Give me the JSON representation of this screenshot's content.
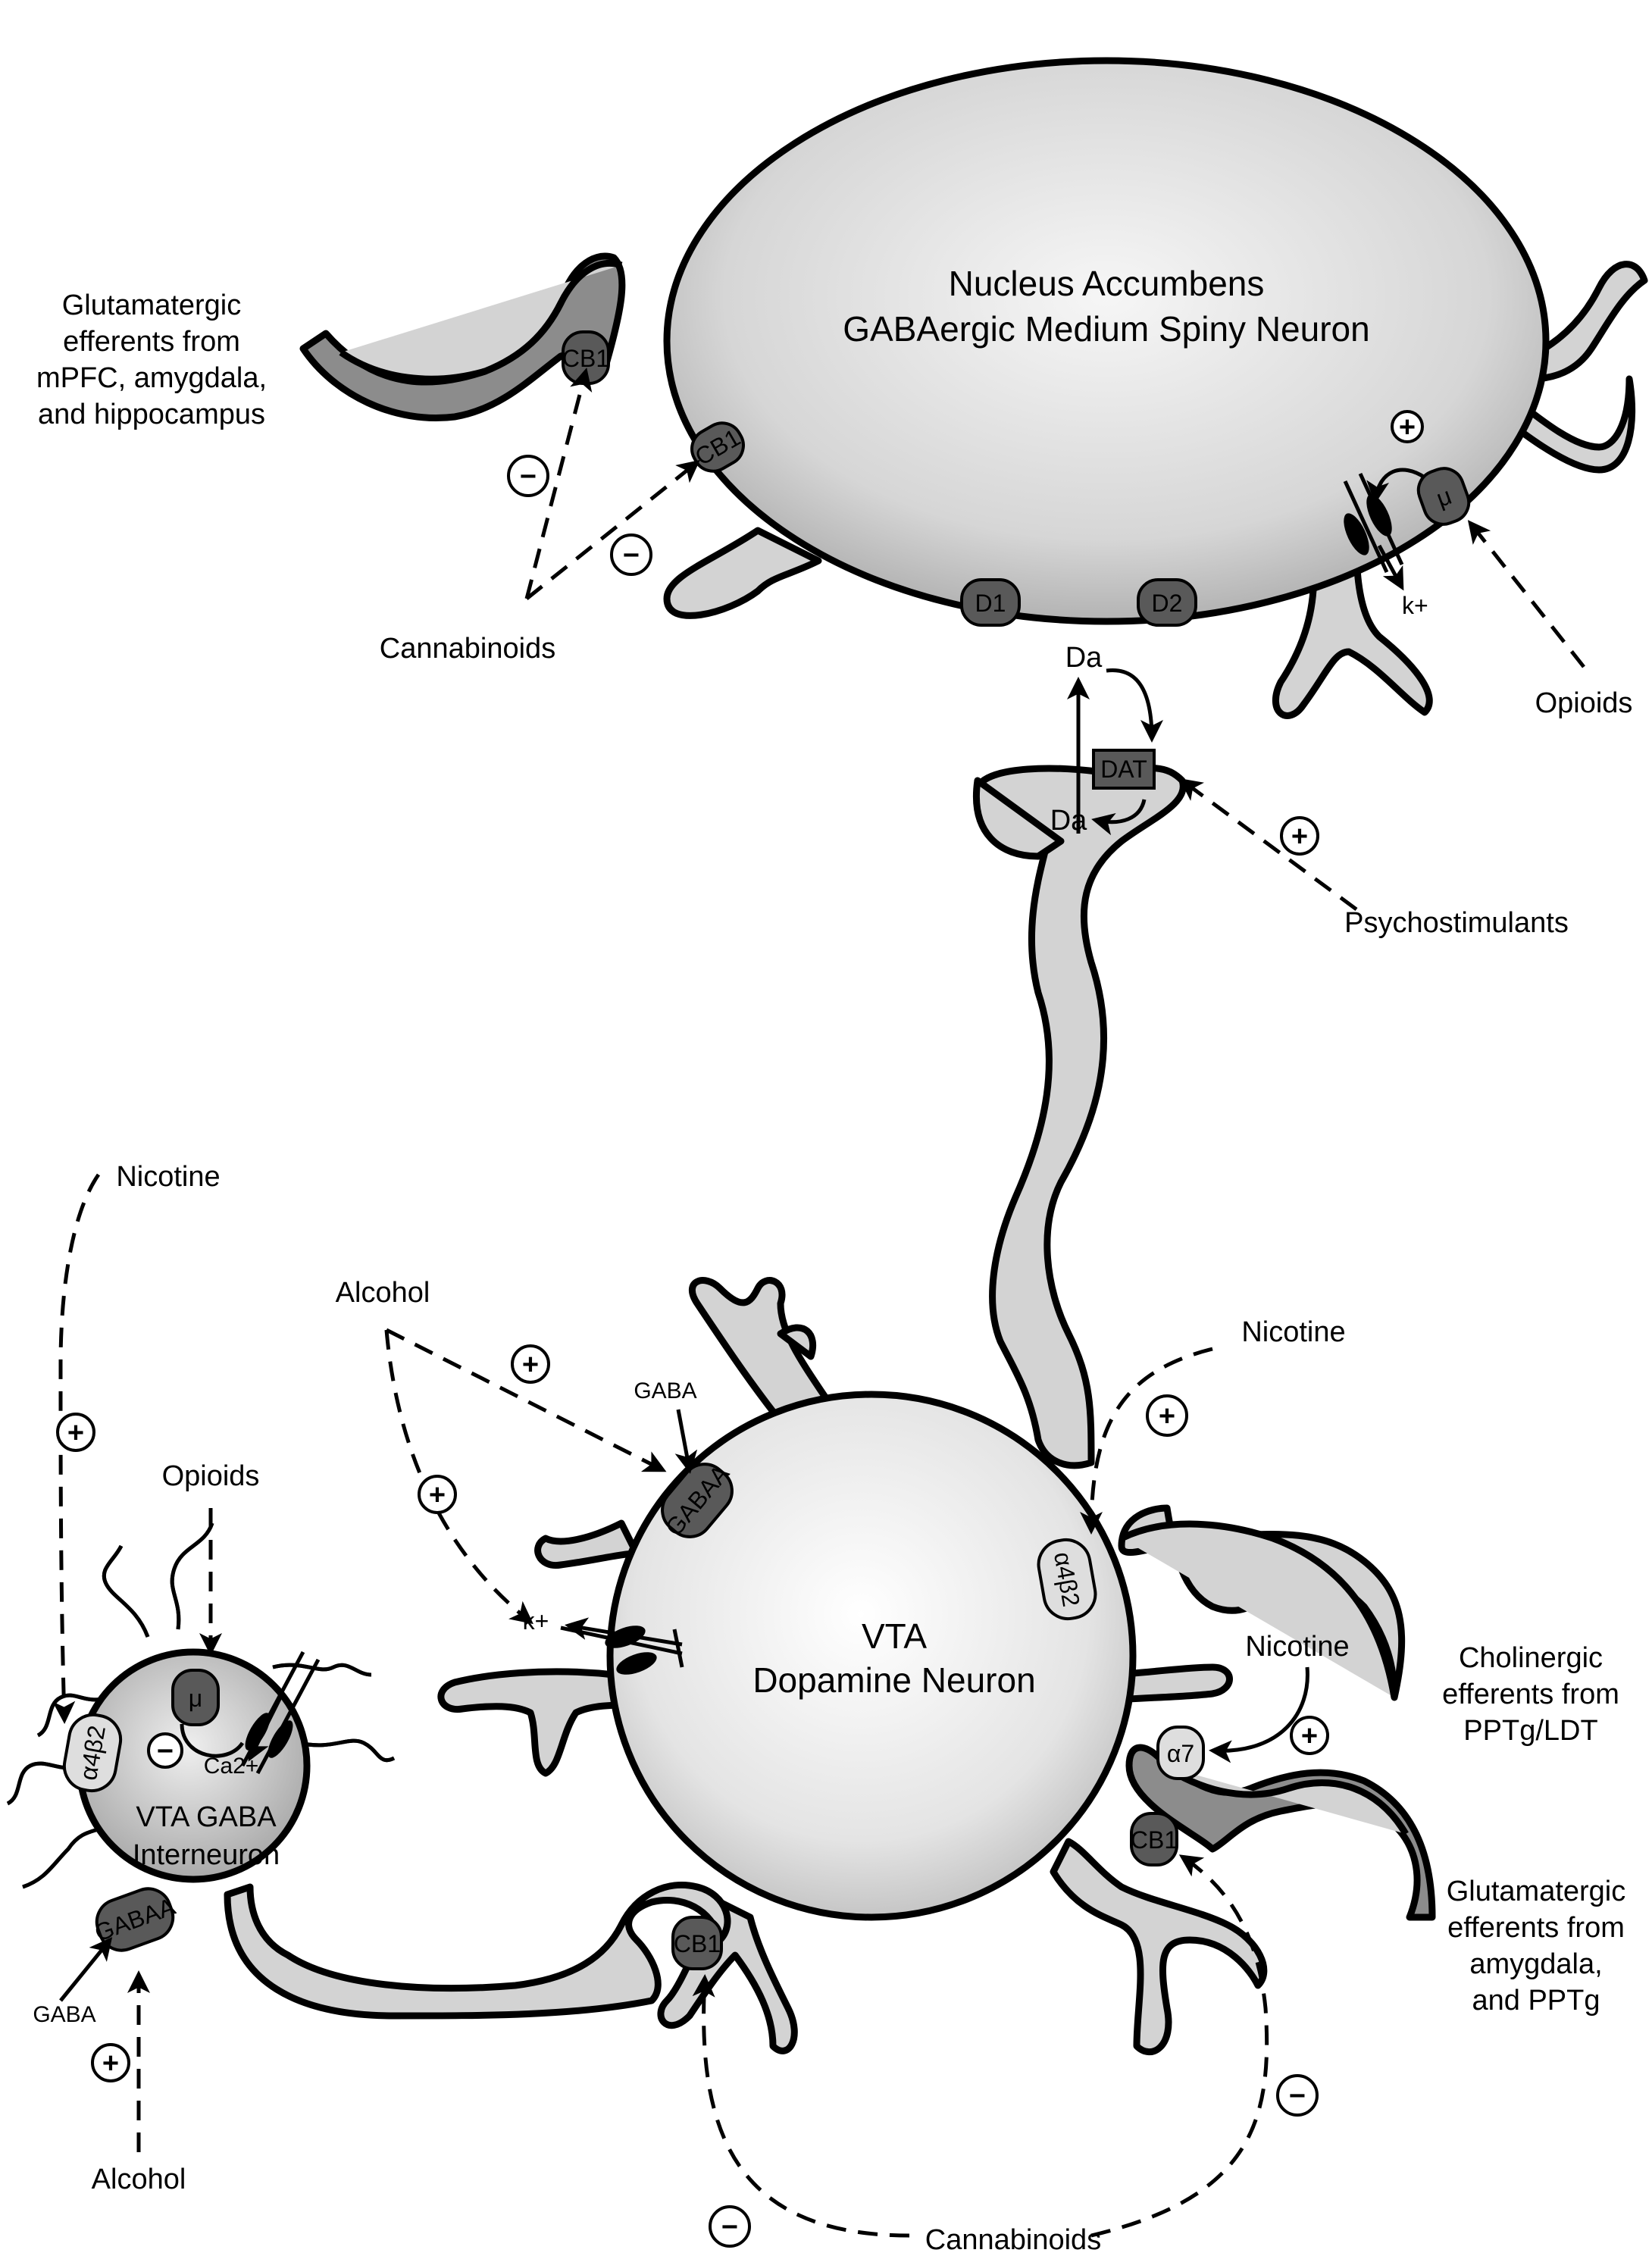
{
  "nac": {
    "title_line1": "Nucleus Accumbens",
    "title_line2": "GABAergic Medium Spiny Neuron",
    "receptors": {
      "cb1": "CB1",
      "d1": "D1",
      "d2": "D2",
      "mu": "μ"
    },
    "k_ion": "k+",
    "plus": "+"
  },
  "glut_mpfc": {
    "line1": "Glutamatergic",
    "line2": "efferents from",
    "line3": "mPFC, amygdala,",
    "line4": "and hippocampus"
  },
  "cannabinoids_top": {
    "label": "Cannabinoids",
    "sign1": "−",
    "sign2": "−"
  },
  "opioids_top": {
    "label": "Opioids"
  },
  "terminal": {
    "dat": "DAT",
    "da_top": "Da",
    "da_bottom": "Da"
  },
  "psychostimulants": {
    "label": "Psychostimulants",
    "sign": "+"
  },
  "vta_da": {
    "line1": "VTA",
    "line2": "Dopamine Neuron",
    "gaba_a": "GABAA",
    "gaba": "GABA",
    "a4b2": "α4β2",
    "k_ion": "k+"
  },
  "alcohol_top": {
    "label": "Alcohol",
    "sign1": "+",
    "sign2": "+"
  },
  "nicotine_right": {
    "label": "Nicotine",
    "sign": "+"
  },
  "nicotine_right2": {
    "label": "Nicotine",
    "sign": "+"
  },
  "nicotine_left": {
    "label": "Nicotine",
    "sign": "+"
  },
  "opioids_left": {
    "label": "Opioids"
  },
  "cholinergic": {
    "line1": "Cholinergic",
    "line2": "efferents from",
    "line3": "PPTg/LDT"
  },
  "glut_amyg": {
    "line1": "Glutamatergic",
    "line2": "efferents from",
    "line3": "amygdala,",
    "line4": "and PPTg",
    "a7": "α7",
    "cb1": "CB1"
  },
  "gaba_int": {
    "line1": "VTA GABA",
    "line2": "Interneuron",
    "mu": "μ",
    "a4b2": "α4β2",
    "gaba_a": "GABAA",
    "gaba": "GABA",
    "ca": "Ca2+",
    "minus": "−"
  },
  "alcohol_bottom": {
    "label": "Alcohol",
    "sign": "+"
  },
  "cannabinoids_bottom": {
    "label": "Cannabinoids",
    "sign1": "−",
    "sign2": "−",
    "cb1": "CB1"
  }
}
